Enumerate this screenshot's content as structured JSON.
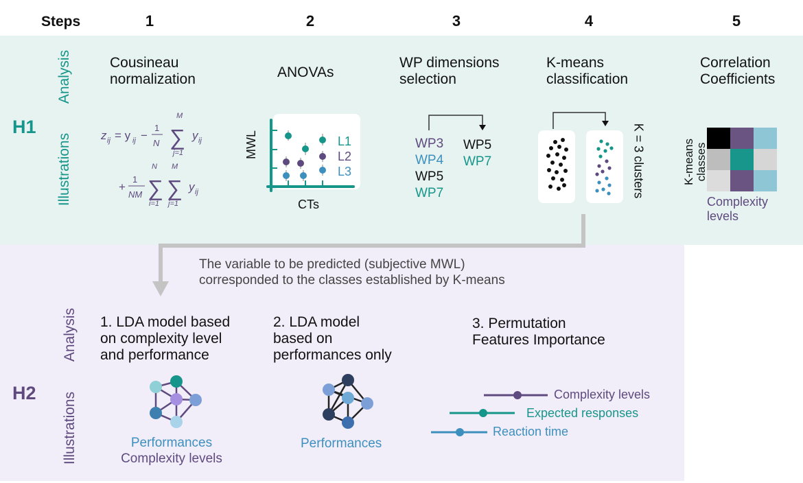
{
  "header": {
    "steps_label": "Steps",
    "step_numbers": [
      "1",
      "2",
      "3",
      "4",
      "5"
    ]
  },
  "h1": {
    "label": "H1",
    "analysis_label": "Analysis",
    "illustrations_label": "Illustrations",
    "step1": {
      "title_line1": "Cousineau",
      "title_line2": "normalization"
    },
    "step2": {
      "title": "ANOVAs",
      "y_label": "MWL",
      "x_label": "CTs",
      "legend": [
        "L1",
        "L2",
        "L3"
      ]
    },
    "step3": {
      "title_line1": "WP dimensions",
      "title_line2": "selection",
      "left_list": [
        "WP3",
        "WP4",
        "WP5",
        "WP7"
      ],
      "right_list": [
        "WP5",
        "WP7"
      ]
    },
    "step4": {
      "title_line1": "K-means",
      "title_line2": "classification",
      "clusters_label": "K = 3 clusters"
    },
    "step5": {
      "title_line1": "Correlation",
      "title_line2": "Coefficients",
      "y_label_line1": "K-means",
      "y_label_line2": "classes",
      "x_label_line1": "Complexity",
      "x_label_line2": "levels"
    }
  },
  "connector_note": {
    "line1": "The variable to be predicted (subjective MWL)",
    "line2": "corresponded to the classes established by K-means"
  },
  "h2": {
    "label": "H2",
    "analysis_label": "Analysis",
    "illustrations_label": "Illustrations",
    "model1": {
      "title_line1": "1. LDA model based",
      "title_line2": "on complexity level",
      "title_line3": "and performance",
      "caption_line1": "Performances",
      "caption_line2": "Complexity levels"
    },
    "model2": {
      "title_line1": "2. LDA model",
      "title_line2": "based on",
      "title_line3": "performances only",
      "caption": "Performances"
    },
    "model3": {
      "title_line1": "3. Permutation",
      "title_line2": "Features Importance",
      "features": [
        "Complexity levels",
        "Expected responses",
        "Reaction time"
      ]
    }
  },
  "colors": {
    "teal": "#16958a",
    "blue": "#3d8fbe",
    "purple": "#5e4a7e",
    "h1_background": "#e6f3f0",
    "h2_background": "#f2eef9"
  }
}
